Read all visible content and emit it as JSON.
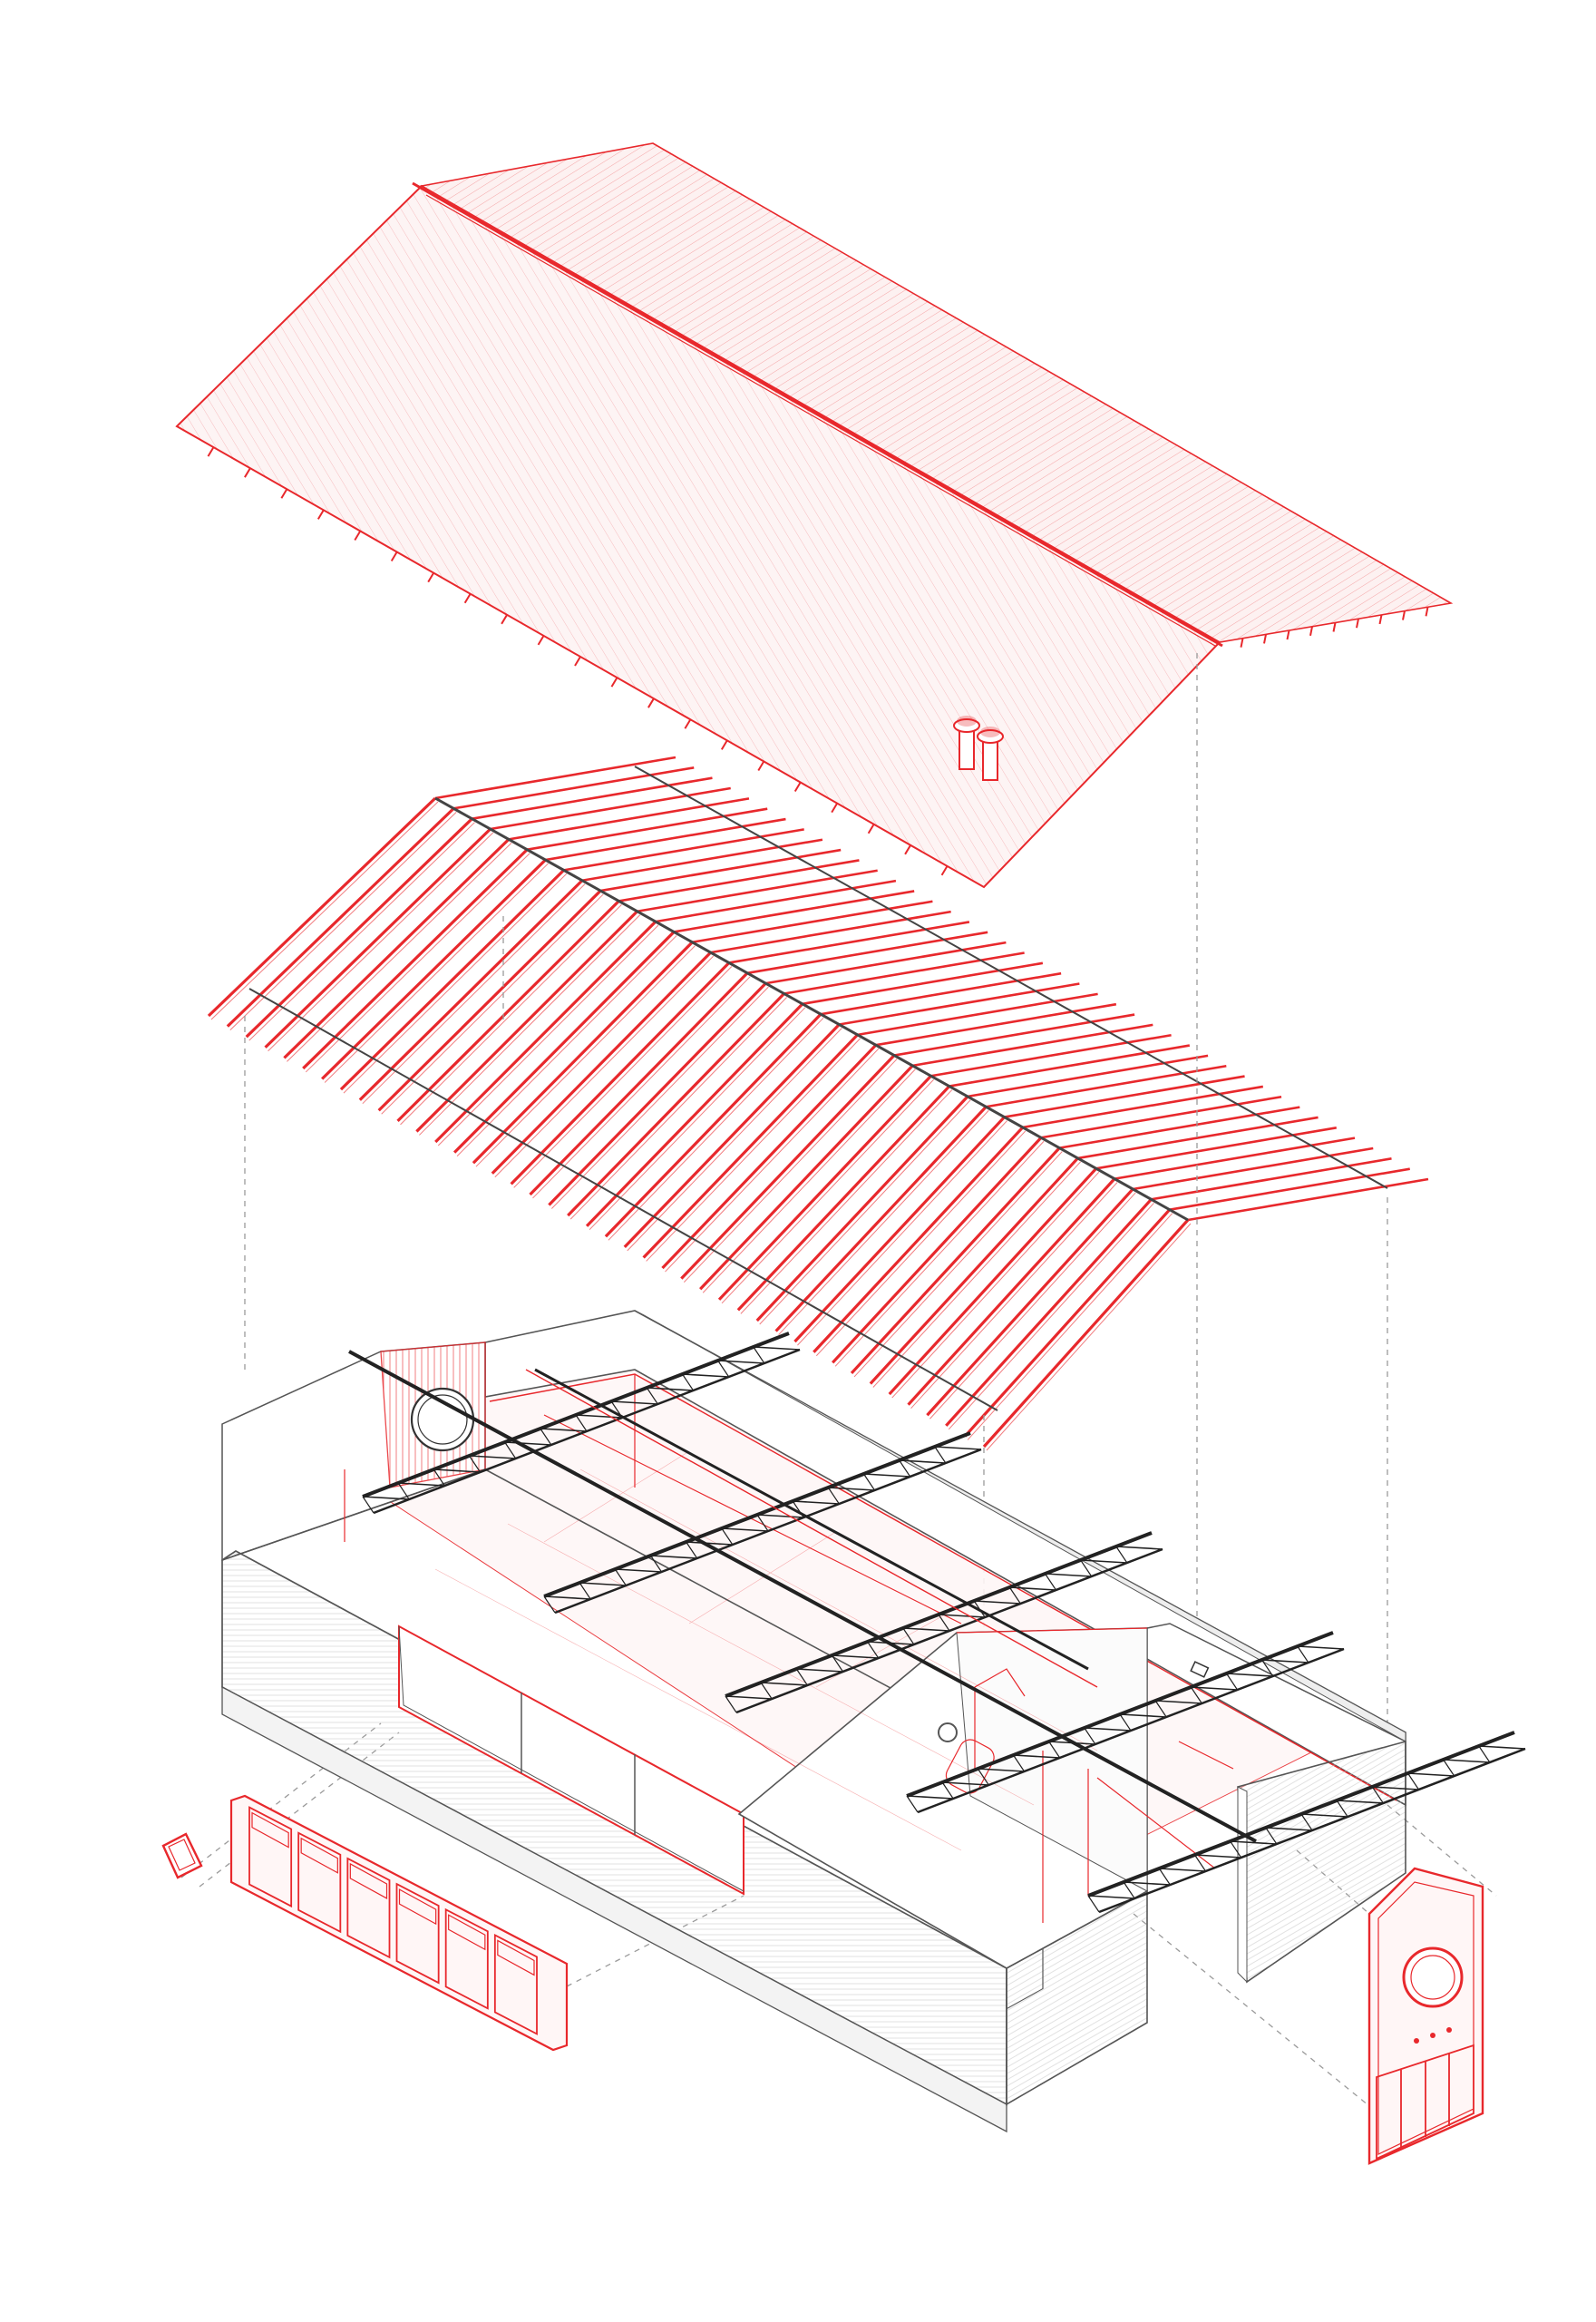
{
  "diagram": {
    "type": "exploded-axonometric",
    "labels": [],
    "colors": {
      "structure_red": "#e8282c",
      "roof_fill": "#fdf3f3",
      "wall_line": "#555555",
      "wall_hatch": "#bdbdbd",
      "truss_dark": "#222222",
      "guide_dash": "#9a9a9a",
      "background": "#ffffff"
    },
    "layers": [
      {
        "id": "roof-cladding",
        "color": "structure_red",
        "icon": "roof-panel-icon"
      },
      {
        "id": "rafters",
        "color": "structure_red",
        "icon": "beam-icon"
      },
      {
        "id": "building-shell",
        "color": "wall_line",
        "icon": "building-icon"
      },
      {
        "id": "steel-trusses",
        "color": "truss_dark",
        "icon": "truss-icon"
      },
      {
        "id": "folding-door-panel",
        "color": "structure_red",
        "icon": "door-icon"
      },
      {
        "id": "end-gable-facade",
        "color": "structure_red",
        "icon": "round-window-icon"
      },
      {
        "id": "small-window",
        "color": "structure_red",
        "icon": "window-icon"
      }
    ],
    "counts": {
      "rafter_count": 42,
      "truss_count": 5,
      "roof_vents": 2,
      "door_leaves": 6
    }
  }
}
